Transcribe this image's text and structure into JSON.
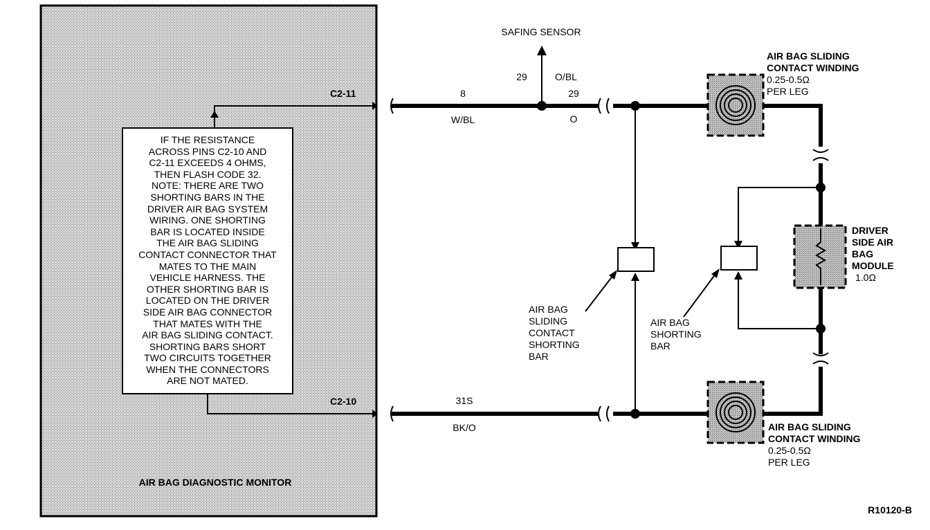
{
  "monitor": {
    "title": "AIR BAG DIAGNOSTIC MONITOR",
    "pin_top": "C2-11",
    "pin_bottom": "C2-10",
    "note_lines": [
      "IF THE RESISTANCE",
      "ACROSS PINS C2-10 AND",
      "C2-11 EXCEEDS 4 OHMS,",
      "THEN FLASH CODE 32.",
      "NOTE: THERE ARE TWO",
      "SHORTING BARS IN THE",
      "DRIVER AIR BAG SYSTEM",
      "WIRING. ONE SHORTING",
      "BAR IS LOCATED INSIDE",
      "THE AIR BAG SLIDING",
      "CONTACT CONNECTOR THAT",
      "MATES TO THE MAIN",
      "VEHICLE HARNESS. THE",
      "OTHER SHORTING BAR IS",
      "LOCATED ON THE DRIVER",
      "SIDE AIR BAG CONNECTOR",
      "THAT MATES WITH THE",
      "AIR BAG SLIDING CONTACT.",
      "SHORTING BARS SHORT",
      "TWO CIRCUITS TOGETHER",
      "WHEN THE CONNECTORS",
      "ARE NOT MATED."
    ]
  },
  "wires": {
    "top_circuit": "8",
    "top_color": "W/BL",
    "safing_circuit": "29",
    "safing_color": "O/BL",
    "top_right_circuit": "29",
    "top_right_color": "O",
    "bottom_circuit": "31S",
    "bottom_color": "BK/O"
  },
  "labels": {
    "safing_sensor": "SAFING SENSOR",
    "sliding_shorting_bar": [
      "AIR BAG",
      "SLIDING",
      "CONTACT",
      "SHORTING",
      "BAR"
    ],
    "airbag_shorting_bar": [
      "AIR BAG",
      "SHORTING",
      "BAR"
    ],
    "winding_top": {
      "title1": "AIR BAG SLIDING",
      "title2": "CONTACT WINDING",
      "value": "0.25-0.5Ω",
      "unit": "PER LEG"
    },
    "winding_bottom": {
      "title1": "AIR BAG SLIDING",
      "title2": "CONTACT WINDING",
      "value": "0.25-0.5Ω",
      "unit": "PER LEG"
    },
    "module": {
      "l1": "DRIVER",
      "l2": "SIDE AIR",
      "l3": "BAG",
      "l4": "MODULE",
      "value": "1.0Ω"
    },
    "figure_id": "R10120-B"
  },
  "colors": {
    "ink": "#000000",
    "shade": "#bdbdbd",
    "paper": "#ffffff"
  }
}
